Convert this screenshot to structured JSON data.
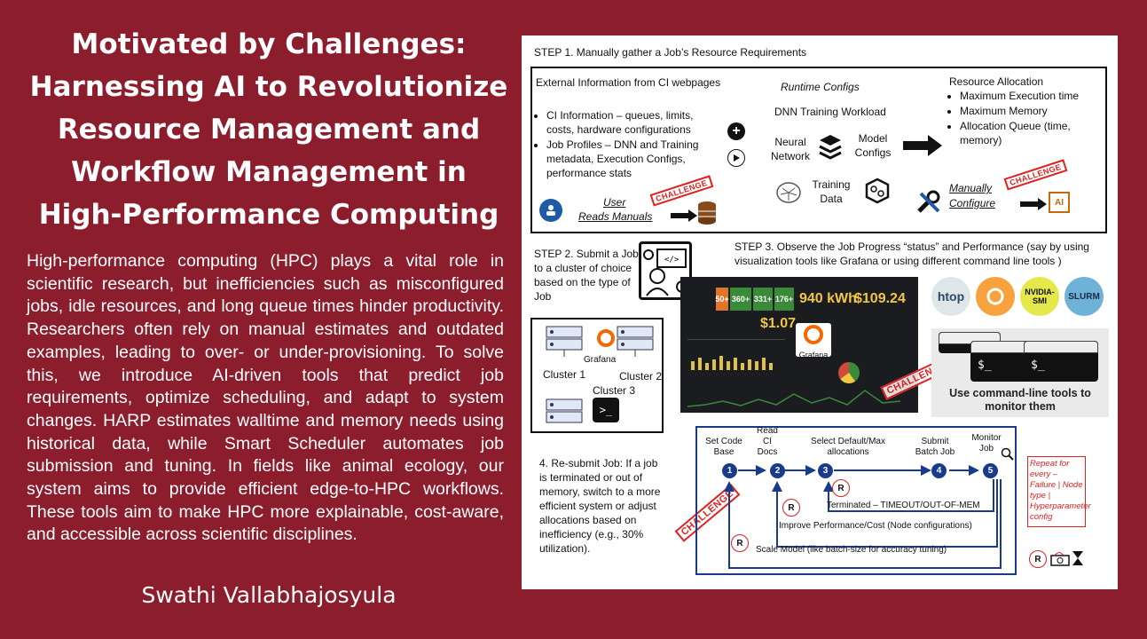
{
  "title": "Motivated by Challenges: Harnessing AI to Revolutionize Resource Management and Workflow Management in High-Performance Computing",
  "abstract": "High-performance computing (HPC) plays a vital role in scientific research, but inefficiencies such as misconfigured jobs, idle resources, and long queue times hinder productivity. Researchers often rely on manual estimates and outdated examples, leading to over- or under-provisioning. To solve this, we introduce AI-driven tools that predict job requirements, optimize scheduling, and adapt to system changes. HARP estimates walltime and memory needs using historical data, while Smart Scheduler automates job submission and tuning. In fields like animal ecology, our system aims to provide efficient edge-to-HPC workflows. These tools aim to make HPC more explainable, cost-aware, and accessible across scientific disciplines.",
  "author": "Swathi Vallabhajosyula",
  "step1": {
    "heading": "STEP 1. Manually gather a Job’s Resource Requirements",
    "external_title": "External Information from CI webpages",
    "external_items": [
      "CI Information – queues, limits, costs, hardware configurations",
      "Job Profiles – DNN and Training metadata, Execution Configs, performance stats"
    ],
    "user_label_1": "User",
    "user_label_2": "Reads Manuals",
    "runtime_title": "Runtime Configs",
    "workload": "DNN Training Workload",
    "neural_network": "Neural Network",
    "model_configs": "Model Configs",
    "training_data": "Training Data",
    "alloc_title": "Resource Allocation",
    "alloc_items": [
      "Maximum Execution time",
      "Maximum Memory",
      "Allocation Queue (time, memory)"
    ],
    "manual_1": "Manually",
    "manual_2": "Configure",
    "ai_label": "AI"
  },
  "step2": {
    "text": "STEP 2. Submit a Job to a cluster of choice based on the type of Job",
    "cluster1": "Cluster 1",
    "cluster2": "Cluster 2",
    "cluster3": "Cluster 3",
    "grafana": "Grafana"
  },
  "step3": {
    "text": "STEP 3. Observe the Job Progress “status” and Performance (say by using visualization  tools like Grafana or using different command line tools )",
    "kwh": "940 kWh",
    "cost": "$109.24",
    "dollar": "$1.07",
    "grafana": "Grafana",
    "tiles": [
      "50+",
      "360+",
      "331+",
      "176+"
    ],
    "tools": [
      "htop",
      "NVIDIA-SMI",
      "SLURM"
    ],
    "prompt": "$_",
    "caption": "Use command-line tools to monitor them"
  },
  "step4": {
    "text": "4. Re-submit Job: If a job is terminated or out of memory, switch to a more efficient system or adjust allocations based on inefficiency (e.g., 30% utilization).",
    "nodes": [
      {
        "num": "1",
        "label": "Set Code Base"
      },
      {
        "num": "2",
        "label": "Read CI Docs"
      },
      {
        "num": "3",
        "label": "Select Default/Max allocations"
      },
      {
        "num": "4",
        "label": "Submit Batch Job"
      },
      {
        "num": "5",
        "label": "Monitor Job"
      }
    ],
    "loop1": "Terminated – TIMEOUT/OUT-OF-MEM",
    "loop2": "Improve Performance/Cost (Node configurations)",
    "loop3": "Scale Model (like batch-size for accuracy tuning)",
    "r_mark": "R",
    "repeat": "Repeat for every – Failure | Node type | Hyperparameter config"
  },
  "challenge": "CHALLENGE",
  "colors": {
    "background": "#8c1d2c",
    "node": "#1a3b8c",
    "stamp": "#dd2222"
  }
}
